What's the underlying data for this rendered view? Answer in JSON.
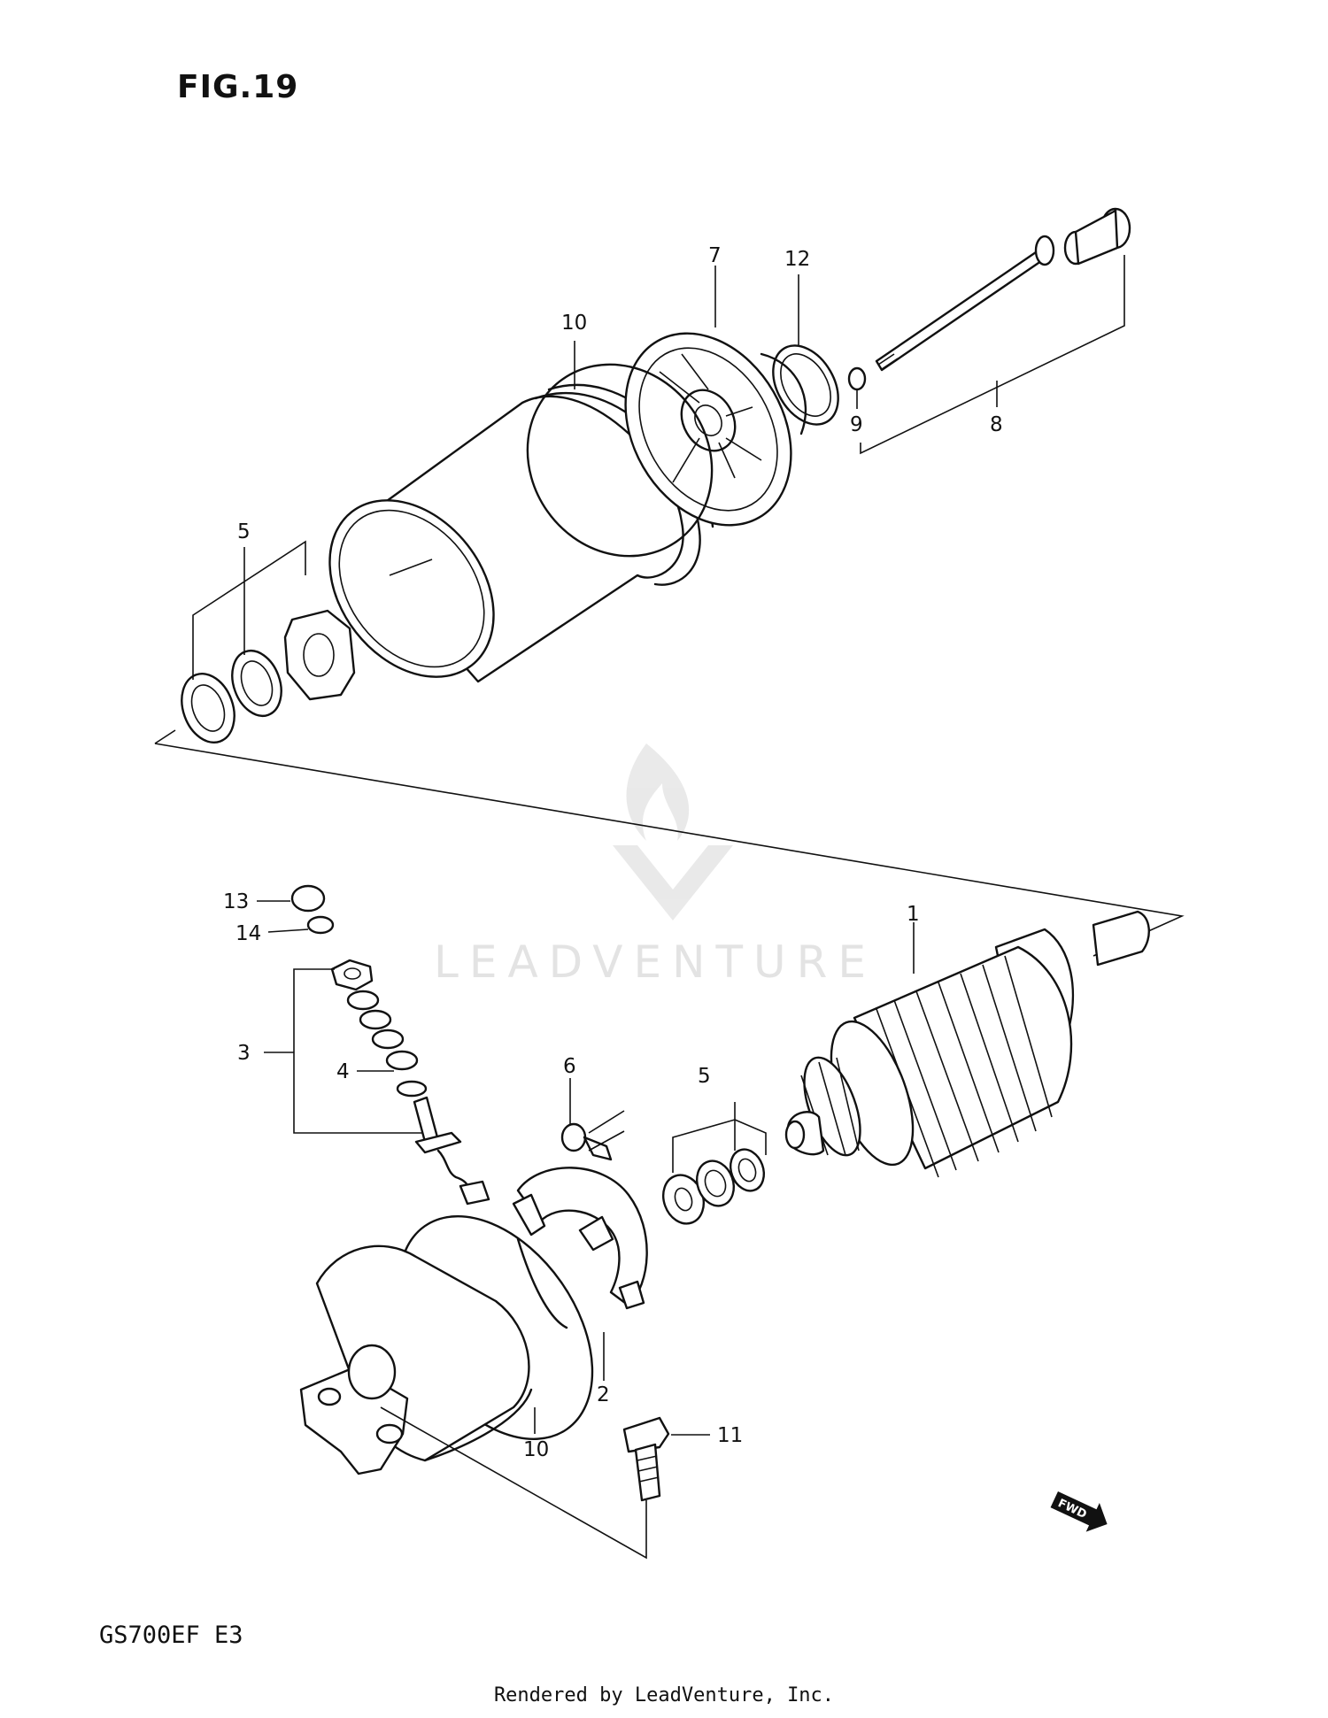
{
  "figure": {
    "title": "FIG.19"
  },
  "model": {
    "code": "GS700EF  E3"
  },
  "footer": {
    "text": "Rendered by LeadVenture, Inc."
  },
  "watermark": {
    "text": "LEADVENTURE",
    "color": "#e3e3e3"
  },
  "fwd_badge": {
    "text": "FWD"
  },
  "callouts": {
    "p1": "1",
    "p2": "2",
    "p3": "3",
    "p4": "4",
    "p5_top": "5",
    "p5_bottom": "5",
    "p6": "6",
    "p7": "7",
    "p8": "8",
    "p9": "9",
    "p10_top": "10",
    "p10_bottom": "10",
    "p11": "11",
    "p12": "12",
    "p13": "13",
    "p14": "14"
  }
}
